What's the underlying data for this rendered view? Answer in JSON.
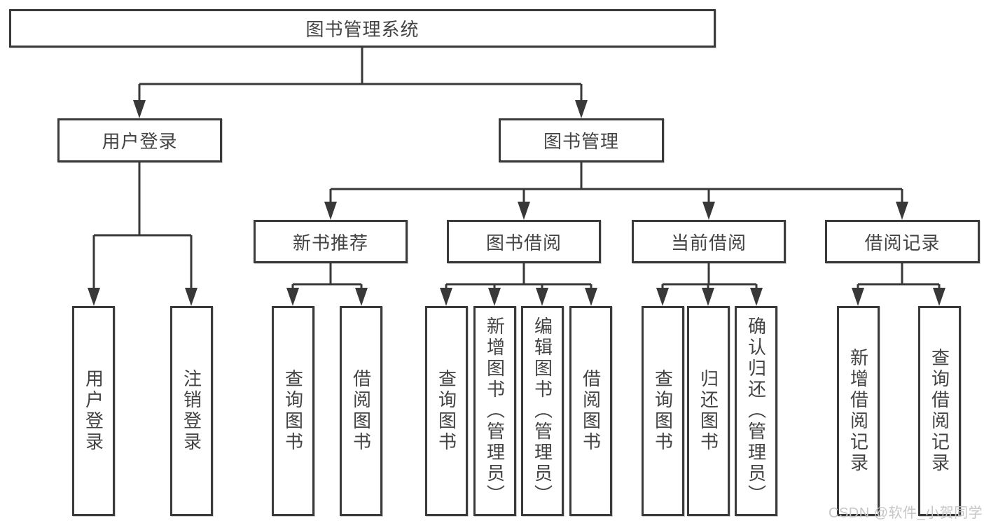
{
  "tree": {
    "root": {
      "label": "图书管理系统",
      "children": [
        {
          "label": "用户登录",
          "children": [
            {
              "label": "用户登录"
            },
            {
              "label": "注销登录"
            }
          ]
        },
        {
          "label": "图书管理",
          "children": [
            {
              "label": "新书推荐",
              "children": [
                {
                  "label": "查询图书"
                },
                {
                  "label": "借阅图书"
                }
              ]
            },
            {
              "label": "图书借阅",
              "children": [
                {
                  "label": "查询图书"
                },
                {
                  "label": "新增图书（管理员）"
                },
                {
                  "label": "编辑图书（管理员）"
                },
                {
                  "label": "借阅图书"
                }
              ]
            },
            {
              "label": "当前借阅",
              "children": [
                {
                  "label": "查询图书"
                },
                {
                  "label": "归还图书"
                },
                {
                  "label": "确认归还（管理员）"
                }
              ]
            },
            {
              "label": "借阅记录",
              "children": [
                {
                  "label": "新增借阅记录"
                },
                {
                  "label": "查询借阅记录"
                }
              ]
            }
          ]
        }
      ]
    }
  },
  "watermark": {
    "text": "CSDN @软件_小贺同学"
  },
  "colors": {
    "line": "#383838",
    "border": "#3a3a3a",
    "text": "#434343",
    "watermark": "#c6c6c6",
    "background": "#ffffff"
  }
}
